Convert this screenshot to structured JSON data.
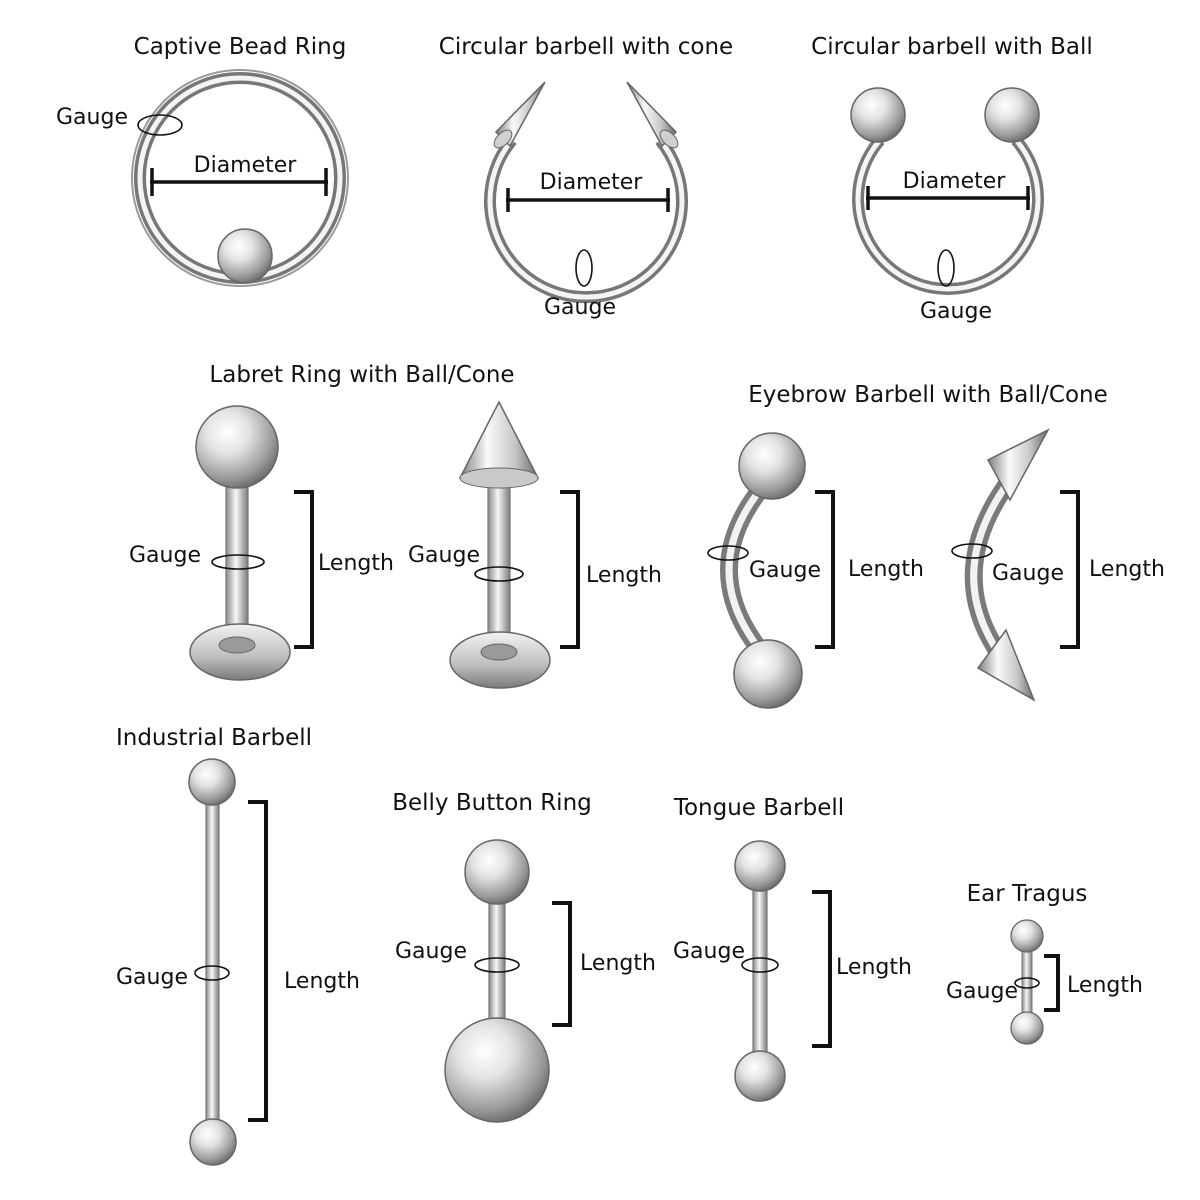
{
  "colors": {
    "background": "#ffffff",
    "ink": "#111111",
    "metal_light": "#f7f7f7",
    "metal_mid": "#b9b9b9",
    "metal_dark": "#5e5e5e"
  },
  "items": {
    "captive_bead_ring": {
      "title": "Captive Bead Ring",
      "gauge": "Gauge",
      "diameter": "Diameter"
    },
    "circular_cone": {
      "title": "Circular barbell with cone",
      "gauge": "Gauge",
      "diameter": "Diameter"
    },
    "circular_ball": {
      "title": "Circular barbell with Ball",
      "gauge": "Gauge",
      "diameter": "Diameter"
    },
    "labret": {
      "title": "Labret Ring with Ball/Cone",
      "gauge_1": "Gauge",
      "length_1": "Length",
      "gauge_2": "Gauge",
      "length_2": "Length"
    },
    "eyebrow": {
      "title": "Eyebrow Barbell with Ball/Cone",
      "gauge_1": "Gauge",
      "length_1": "Length",
      "gauge_2": "Gauge",
      "length_2": "Length"
    },
    "industrial": {
      "title": "Industrial Barbell",
      "gauge": "Gauge",
      "length": "Length"
    },
    "belly": {
      "title": "Belly Button Ring",
      "gauge": "Gauge",
      "length": "Length"
    },
    "tongue": {
      "title": "Tongue Barbell",
      "gauge": "Gauge",
      "length": "Length"
    },
    "tragus": {
      "title": "Ear Tragus",
      "gauge": "Gauge",
      "length": "Length"
    }
  }
}
